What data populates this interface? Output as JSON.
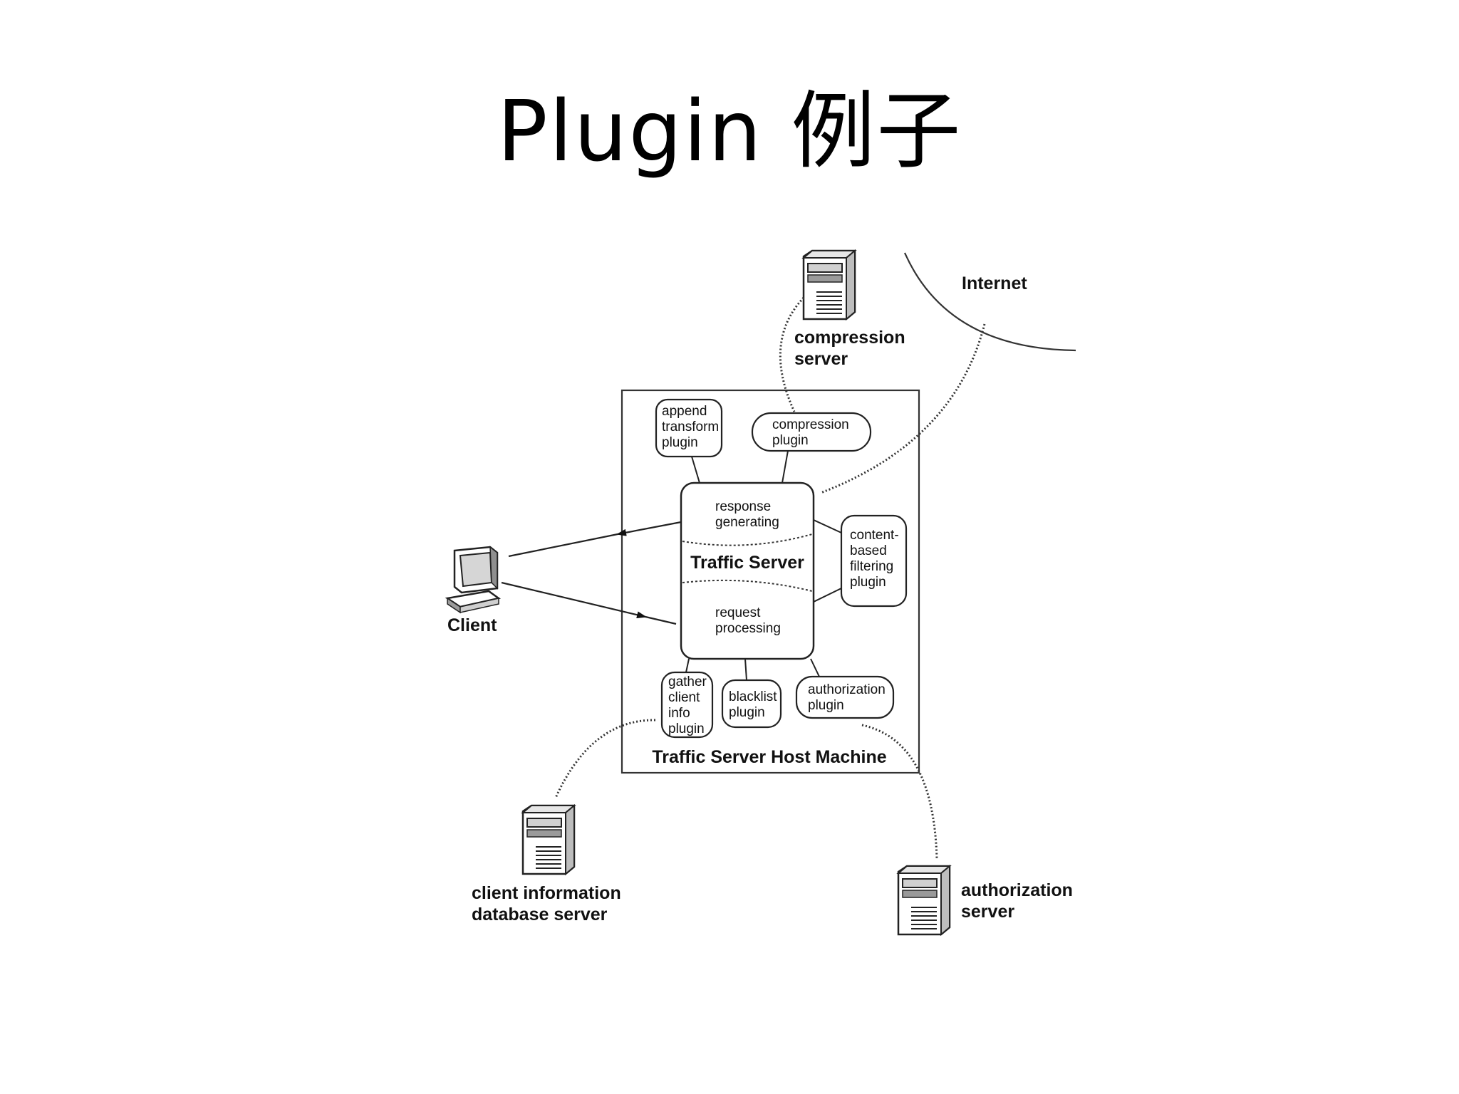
{
  "title": "Plugin 例子",
  "diagram": {
    "internet": "Internet",
    "compression_server": [
      "compression",
      "server"
    ],
    "client": "Client",
    "client_db_server": [
      "client information",
      "database server"
    ],
    "authorization_server": [
      "authorization",
      "server"
    ],
    "host_machine": "Traffic Server Host Machine",
    "traffic_server": {
      "name": "Traffic Server",
      "response": [
        "response",
        "generating"
      ],
      "request": [
        "request",
        "processing"
      ]
    },
    "plugins": {
      "append_transform": [
        "append",
        "transform",
        "plugin"
      ],
      "compression": [
        "compression",
        "plugin"
      ],
      "content_filtering": [
        "content-",
        "based",
        "filtering",
        "plugin"
      ],
      "gather_client_info": [
        "gather",
        "client",
        "info",
        "plugin"
      ],
      "blacklist": [
        "blacklist",
        "plugin"
      ],
      "authorization": [
        "authorization",
        "plugin"
      ]
    }
  }
}
